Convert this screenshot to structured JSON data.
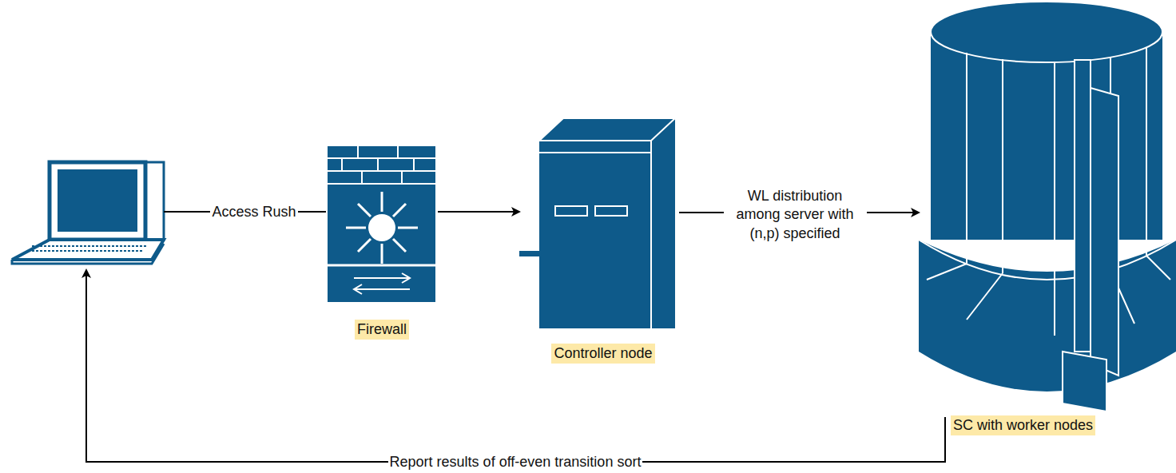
{
  "diagram": {
    "nodes": [
      {
        "text": [
          "Firewall"
        ]
      },
      {
        "text": [
          "Controller node"
        ]
      },
      {
        "text": [
          "SC with worker nodes"
        ]
      }
    ],
    "edges": [
      {
        "from": 0,
        "to": 1,
        "arrow": "to"
      },
      {
        "from": 1,
        "to": 2,
        "label": "WL distribution among server with (n,p) specified",
        "arrow": "to"
      }
    ],
    "labels": [
      "Access Rush",
      "Report results of off-even transition sort"
    ]
  }
}
